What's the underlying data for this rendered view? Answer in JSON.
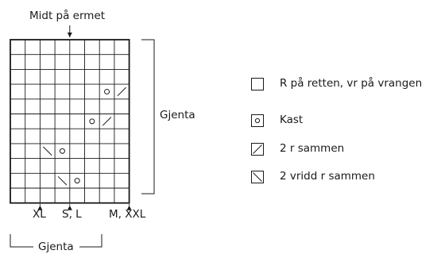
{
  "chart": {
    "title": "Midt på ermet",
    "repeat_right": "Gjenta",
    "repeat_bottom": "Gjenta",
    "columns": 8,
    "rows": 11,
    "symbols": [
      {
        "row": 3,
        "col": 6,
        "type": "kast"
      },
      {
        "row": 3,
        "col": 7,
        "type": "2r-sammen"
      },
      {
        "row": 5,
        "col": 5,
        "type": "kast"
      },
      {
        "row": 5,
        "col": 6,
        "type": "2r-sammen"
      },
      {
        "row": 7,
        "col": 2,
        "type": "2-vridd-r-sammen"
      },
      {
        "row": 7,
        "col": 3,
        "type": "kast"
      },
      {
        "row": 9,
        "col": 3,
        "type": "2-vridd-r-sammen"
      },
      {
        "row": 9,
        "col": 4,
        "type": "kast"
      }
    ],
    "sizes": [
      {
        "label": "XL",
        "col_line": 2
      },
      {
        "label": "S, L",
        "col_line": 4
      },
      {
        "label": "M, XXL",
        "col_line": 8
      }
    ]
  },
  "legend": [
    {
      "symbol": "blank",
      "label": "R på retten, vr på vrangen"
    },
    {
      "symbol": "kast",
      "label": "Kast"
    },
    {
      "symbol": "2r-sammen",
      "label": "2 r sammen"
    },
    {
      "symbol": "2-vridd-r-sammen",
      "label": "2 vridd r sammen"
    }
  ],
  "colors": {
    "line": "#1a1a1a",
    "background": "#ffffff"
  }
}
